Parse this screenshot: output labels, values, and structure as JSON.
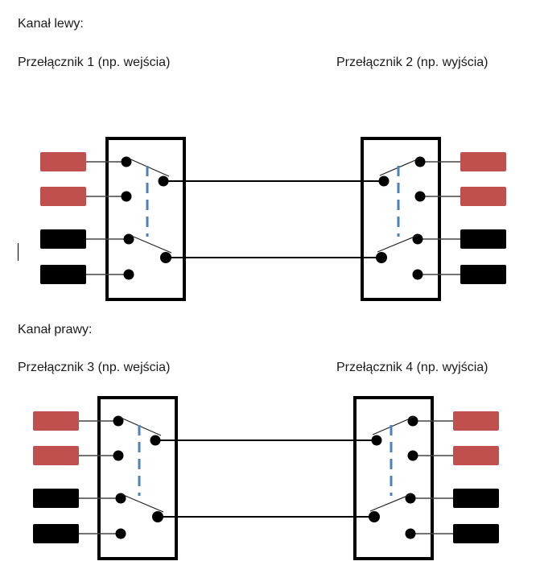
{
  "channels": [
    {
      "title": "Kanał lewy:",
      "switch_in": {
        "label": "Przełącznik 1 (np. wejścia)"
      },
      "switch_out": {
        "label": "Przełącznik 2 (np. wyjścia)"
      }
    },
    {
      "title": "Kanał prawy:",
      "switch_in": {
        "label": "Przełącznik 3 (np. wejścia)"
      },
      "switch_out": {
        "label": "Przełącznik 4 (np. wyjścia)"
      }
    }
  ],
  "colors": {
    "terminal_red": "#c0504d",
    "terminal_black": "#000000",
    "linkage_dashed": "#4f81bd",
    "wire": "#000000"
  },
  "terminals_order": [
    "red",
    "red",
    "black",
    "black"
  ]
}
